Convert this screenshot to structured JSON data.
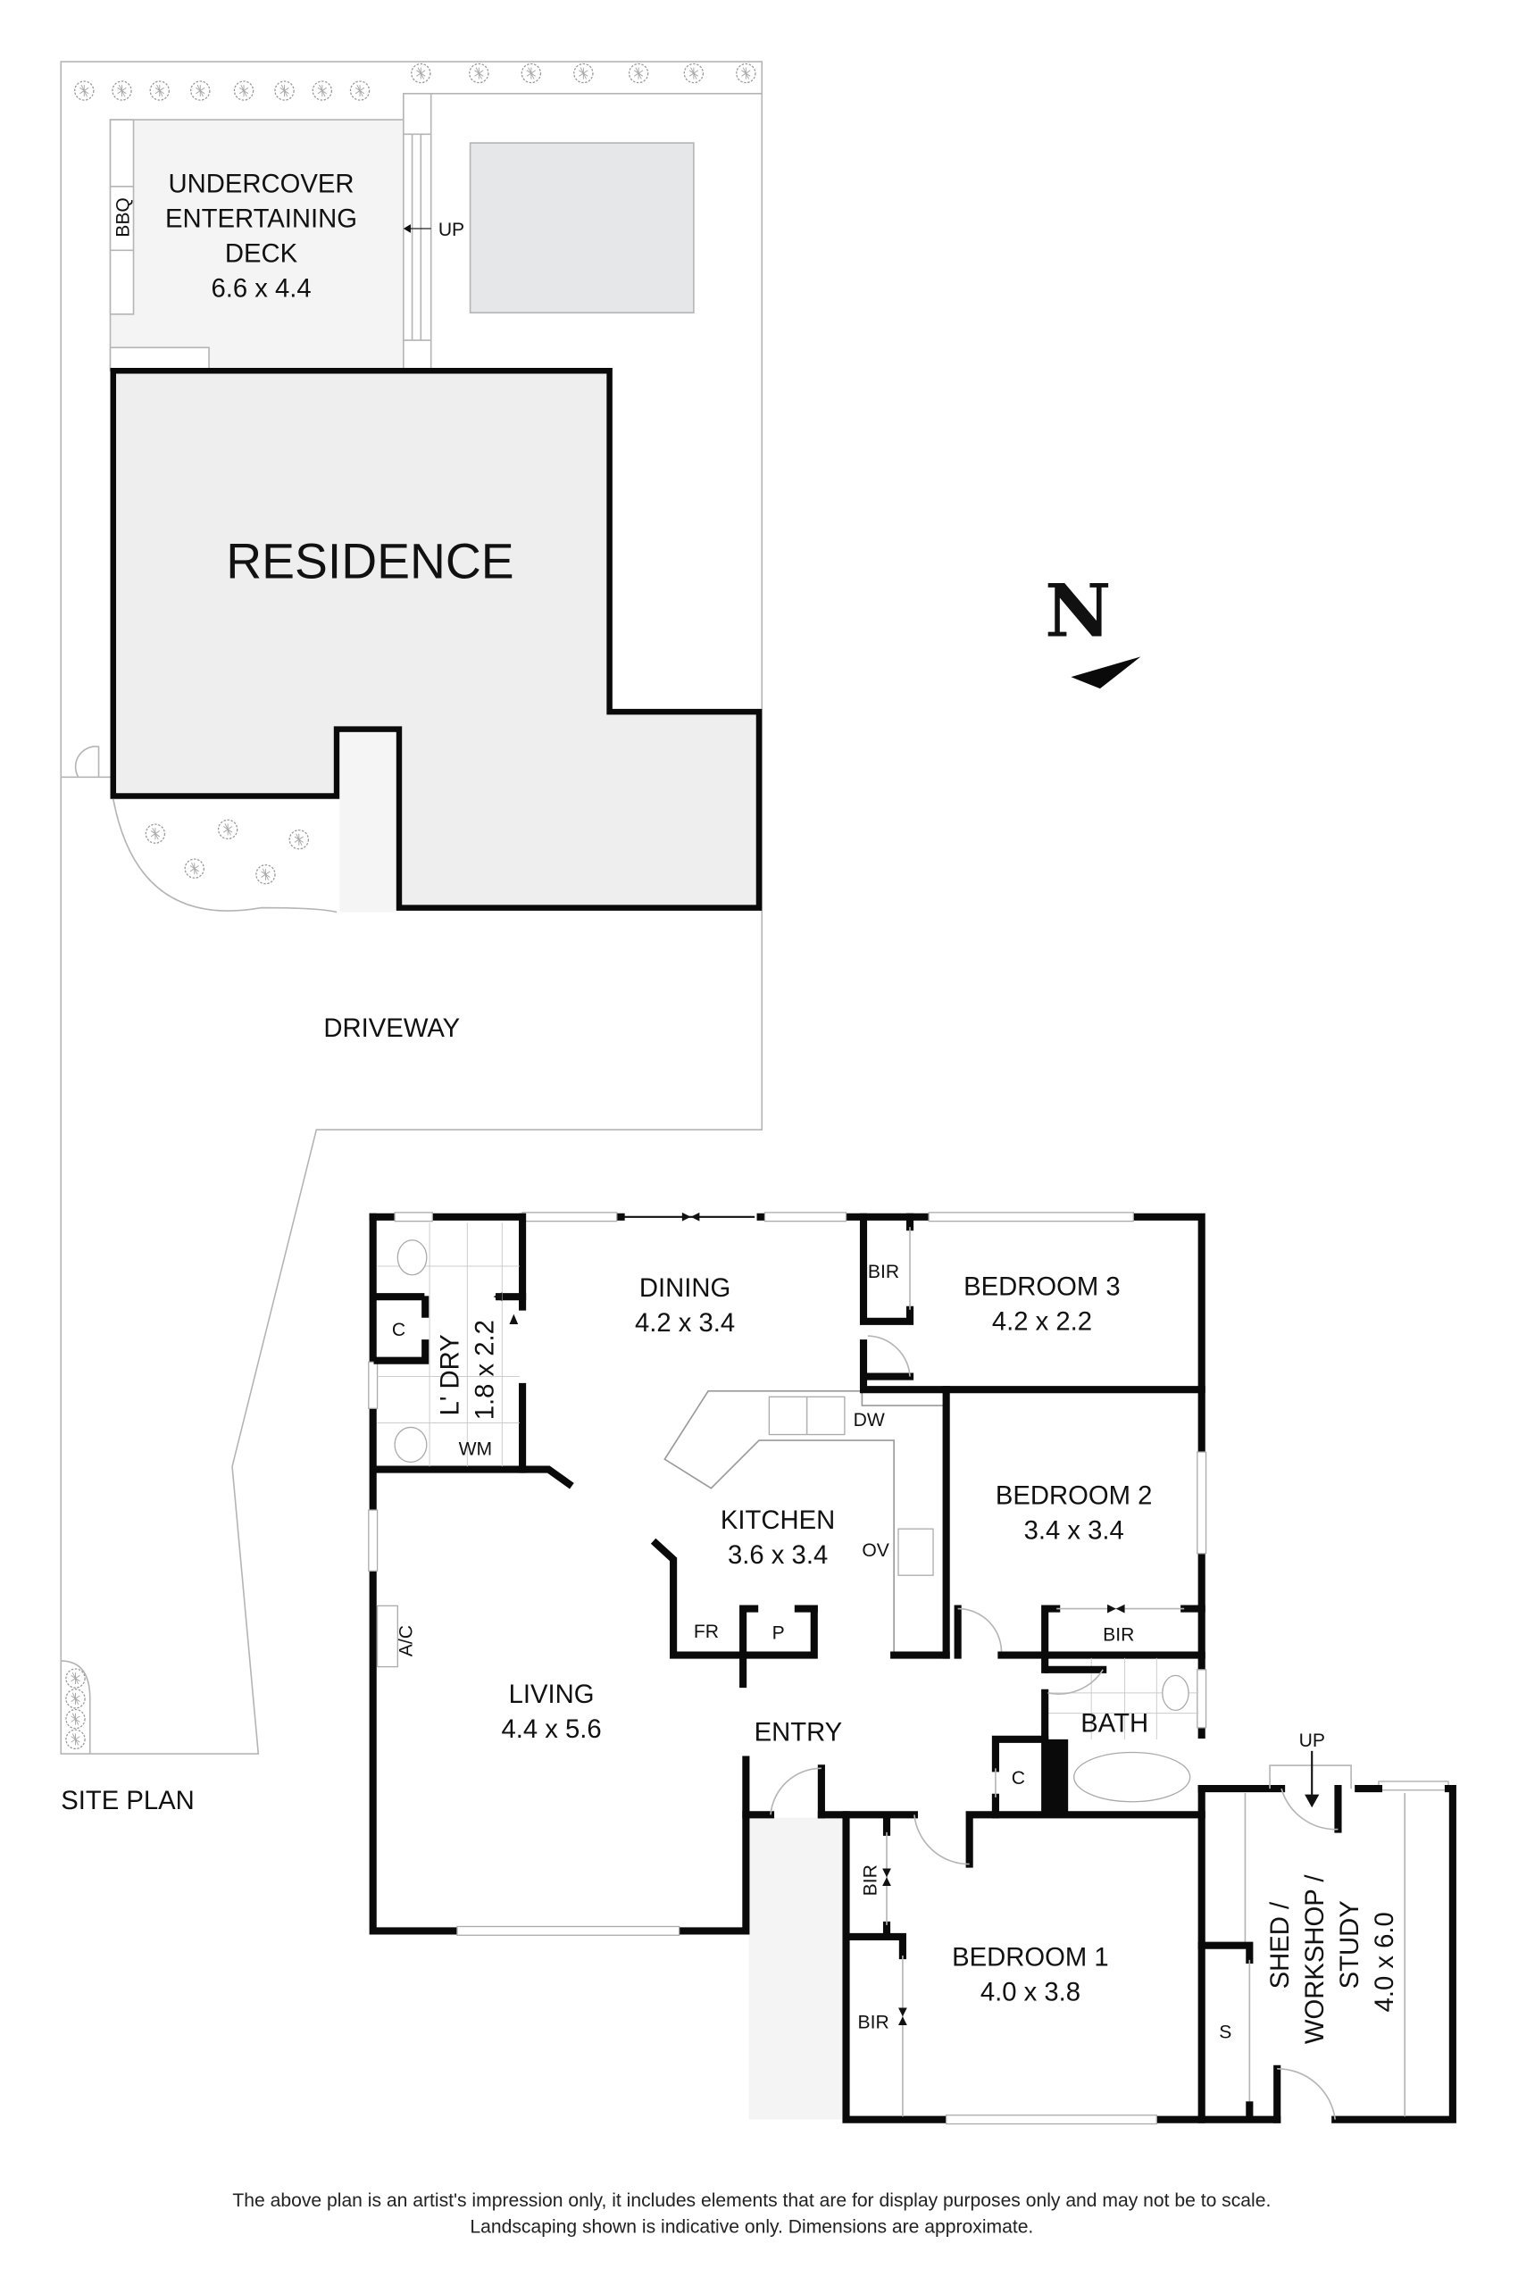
{
  "site_plan": {
    "title": "SITE PLAN",
    "deck": {
      "name_lines": [
        "UNDERCOVER",
        "ENTERTAINING",
        "DECK"
      ],
      "dimensions": "6.6 x 4.4",
      "bbq_label": "BBQ",
      "steps_label": "UP"
    },
    "residence_label": "RESIDENCE",
    "driveway_label": "DRIVEWAY"
  },
  "north_arrow": {
    "label": "N"
  },
  "floor_plan": {
    "rooms": {
      "dining": {
        "name": "DINING",
        "dims": "4.2 x 3.4"
      },
      "laundry": {
        "name": "L' DRY",
        "dims": "1.8 x 2.2"
      },
      "kitchen": {
        "name": "KITCHEN",
        "dims": "3.6 x 3.4"
      },
      "living": {
        "name": "LIVING",
        "dims": "4.4 x 5.6"
      },
      "entry": {
        "name": "ENTRY"
      },
      "bedroom3": {
        "name": "BEDROOM 3",
        "dims": "4.2 x 2.2"
      },
      "bedroom2": {
        "name": "BEDROOM 2",
        "dims": "3.4 x 3.4"
      },
      "bedroom1": {
        "name": "BEDROOM 1",
        "dims": "4.0 x 3.8"
      },
      "bath": {
        "name": "BATH"
      },
      "shed": {
        "name_lines": [
          "SHED /",
          "WORKSHOP /",
          "STUDY"
        ],
        "dims": "4.0 x 6.0"
      }
    },
    "fixtures": {
      "laundry_cupboard": "C",
      "washing_machine": "WM",
      "dishwasher": "DW",
      "oven": "OV",
      "fridge": "FR",
      "pantry": "P",
      "air_conditioner": "A/C",
      "bir": "BIR",
      "hall_cupboard": "C",
      "shed_storage": "S",
      "shed_steps": "UP"
    }
  },
  "disclaimer": {
    "line1": "The above plan is an artist's impression only, it includes elements that are for display purposes only and may not be to scale.",
    "line2": "Landscaping shown is indicative only. Dimensions are approximate."
  }
}
